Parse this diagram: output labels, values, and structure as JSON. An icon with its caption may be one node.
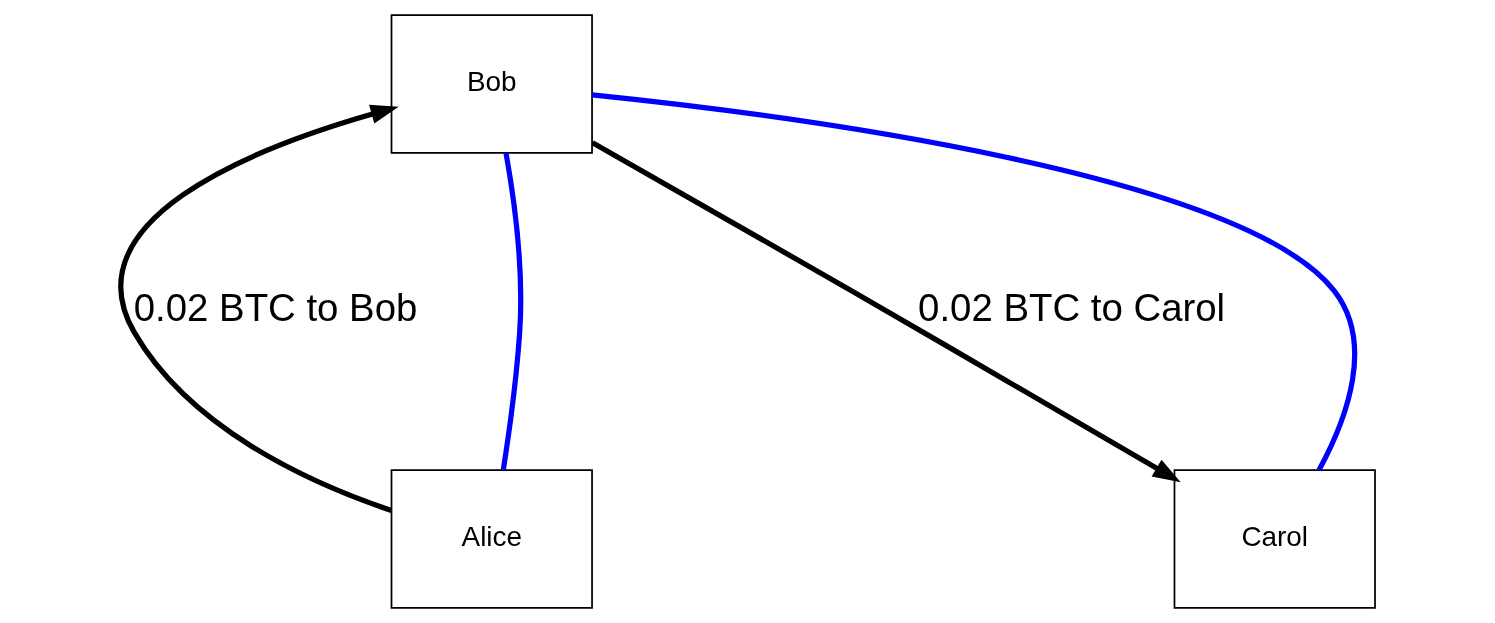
{
  "diagram": {
    "nodes": [
      {
        "text": [
          "Alice"
        ]
      },
      {
        "text": [
          "Bob"
        ]
      },
      {
        "text": [
          "Carol"
        ]
      }
    ],
    "edges": [
      {
        "from": 0,
        "to": 1,
        "arrow": "to",
        "label": "0.02 BTC to Bob"
      },
      {
        "from": 0,
        "to": 1,
        "arrow": "none",
        "color": "#0000ff"
      },
      {
        "from": 1,
        "to": 2,
        "arrow": "to",
        "label": "0.02 BTC to Carol"
      },
      {
        "from": 1,
        "to": 2,
        "arrow": "none",
        "color": "#0000ff"
      }
    ]
  }
}
